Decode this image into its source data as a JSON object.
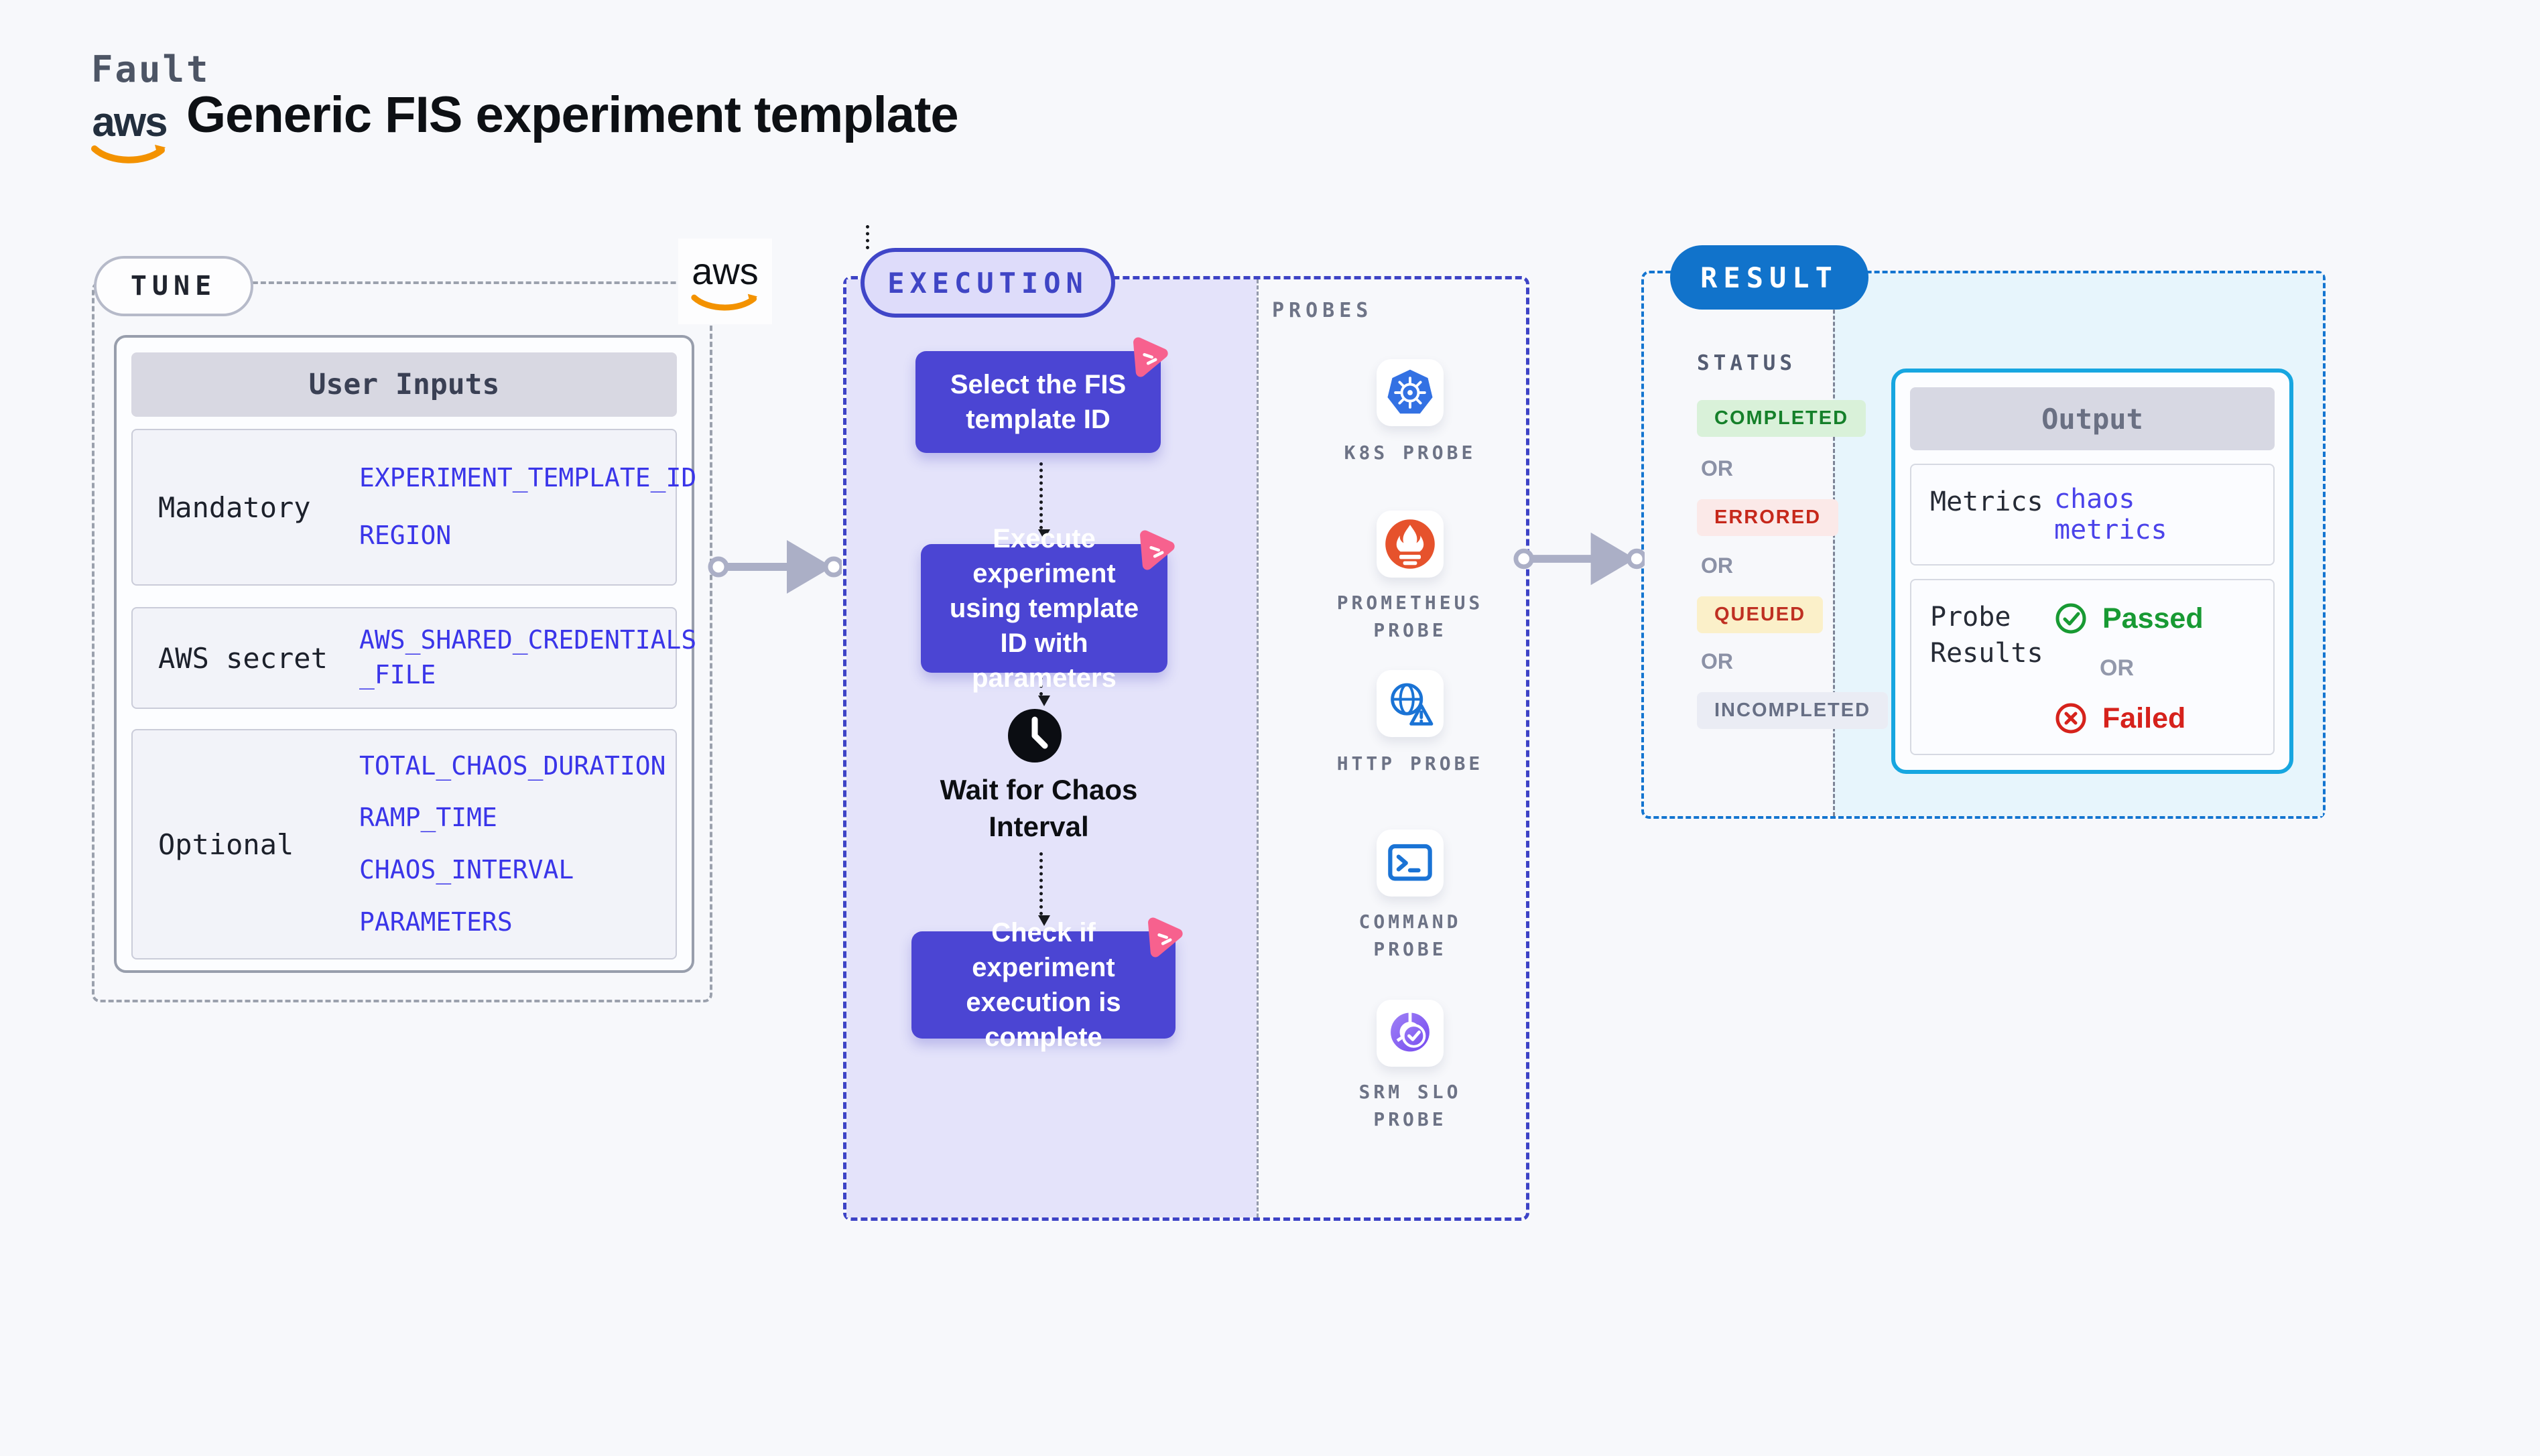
{
  "header": {
    "brand": "Fault",
    "title": "Generic FIS experiment template",
    "aws_logo_text": "aws"
  },
  "tune": {
    "pill": "TUNE",
    "aws_corner_text": "aws",
    "table": {
      "header": "User Inputs",
      "rows": [
        {
          "label": "Mandatory",
          "values": [
            "EXPERIMENT_TEMPLATE_ID",
            "REGION"
          ]
        },
        {
          "label": "AWS secret",
          "values": [
            "AWS_SHARED_CREDENTIALS",
            "_FILE"
          ]
        },
        {
          "label": "Optional",
          "values": [
            "TOTAL_CHAOS_DURATION",
            "RAMP_TIME",
            "CHAOS_INTERVAL",
            "PARAMETERS"
          ]
        }
      ]
    }
  },
  "execution": {
    "pill": "EXECUTION",
    "steps": [
      {
        "text": "Select the FIS template ID"
      },
      {
        "text": "Execute experiment using template ID with parameters"
      },
      {
        "text": "Check if experiment execution is complete"
      }
    ],
    "wait_step": {
      "text": "Wait for Chaos Interval"
    },
    "probes": {
      "label": "PROBES",
      "items": [
        {
          "name": "K8S PROBE",
          "icon": "kubernetes-icon"
        },
        {
          "name": "PROMETHEUS PROBE",
          "icon": "prometheus-icon"
        },
        {
          "name": "HTTP PROBE",
          "icon": "http-globe-warning-icon"
        },
        {
          "name": "COMMAND PROBE",
          "icon": "terminal-icon"
        },
        {
          "name": "SRM SLO PROBE",
          "icon": "slo-donut-check-icon"
        }
      ]
    }
  },
  "result": {
    "pill": "RESULT",
    "status": {
      "label": "STATUS",
      "or": "OR",
      "badges": [
        {
          "text": "COMPLETED",
          "style": "background:#d9f1d9;color:#15802a"
        },
        {
          "text": "ERRORED",
          "style": "background:#fbe9e8;color:#c6281b"
        },
        {
          "text": "QUEUED",
          "style": "background:#fbf0c9;color:#bf3022"
        },
        {
          "text": "INCOMPLETED",
          "style": "background:#eaecf4;color:#676f85"
        }
      ]
    },
    "output": {
      "header": "Output",
      "metrics_label": "Metrics",
      "metrics_value": "chaos metrics",
      "probe_results_label": "Probe Results",
      "passed": "Passed",
      "or": "OR",
      "failed": "Failed"
    }
  },
  "colors": {
    "page_bg": "#f7f8fb",
    "execution_accent": "#3d43c6",
    "execution_fill": "#e4e3fa",
    "step_box": "#4b45d3",
    "value_blue": "#3a35e9",
    "result_accent": "#1475d0",
    "result_fill": "#e7f5fc",
    "output_border": "#17a6e0",
    "pink_logo": "#f7618e",
    "aws_orange": "#f39200",
    "aws_navy": "#232f3e",
    "passed_green": "#189a33",
    "failed_red": "#d6221c",
    "arrow_gray": "#abafc6"
  }
}
